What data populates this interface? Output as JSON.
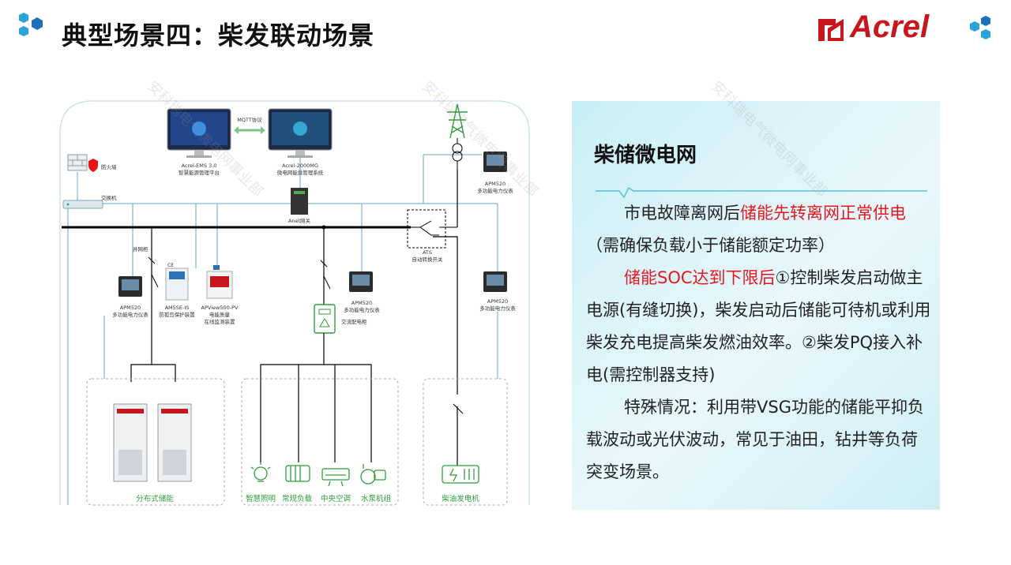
{
  "header": {
    "title": "典型场景四：柴发联动场景",
    "brand": "Acrel"
  },
  "diagram": {
    "platform_left": {
      "name": "Acrel-EMS 3.0",
      "desc": "智慧能源管理平台"
    },
    "platform_right": {
      "name": "Acrel-2000MG",
      "desc": "微电网能量管理系统"
    },
    "protocol": "MQTT协议",
    "firewall": "防火墙",
    "switch": "交换机",
    "gateway": "Anet网关",
    "meter_top": {
      "model": "APM520",
      "desc": "多功能电力仪表"
    },
    "ats": {
      "name": "ATS",
      "desc": "自动转换开关"
    },
    "grid_cabinet": "并网柜",
    "meter_storage": {
      "model": "APM520",
      "desc": "多功能电力仪表"
    },
    "island_protect": {
      "model": "AM5SE-IS",
      "desc": "防孤岛保护装置"
    },
    "pq_monitor": {
      "model": "APView500-PV",
      "desc1": "电能质量",
      "desc2": "在线监测装置"
    },
    "meter_load": {
      "model": "APM520",
      "desc": "多功能电力仪表"
    },
    "ac_cabinet": "交流配电柜",
    "meter_right": {
      "model": "APM520",
      "desc": "多功能电力仪表"
    },
    "storage_group": "分布式储能",
    "loads": [
      "智慧照明",
      "常规负载",
      "中央空调",
      "水泵机组"
    ],
    "diesel_group": "柴油发电机"
  },
  "panel": {
    "title": "柴储微电网",
    "p1_a": "市电故障离网后",
    "p1_b": "储能先转离网正常供电",
    "p1_c": "（需确保负载小于储能额定功率）",
    "p2_a": "储能SOC达到下限后",
    "p2_b": "①控制柴发启动做主电源(有缝切换)，柴发启动后储能可待机或利用柴发充电提高柴发燃油效率。②柴发PQ接入补电(需控制器支持)",
    "p3": "特殊情况：利用带VSG功能的储能平抑负载波动或光伏波动，常见于油田，钻井等负荷突变场景。"
  },
  "colors": {
    "accent_red": "#e6161e",
    "brand_red": "#c8161e",
    "panel_bg": "#d3f1f7",
    "bus_line": "#000000",
    "comm_line": "#5fa8d3",
    "load_green": "#2e9d3c"
  },
  "watermark": "安科瑞电气微电网事业部"
}
